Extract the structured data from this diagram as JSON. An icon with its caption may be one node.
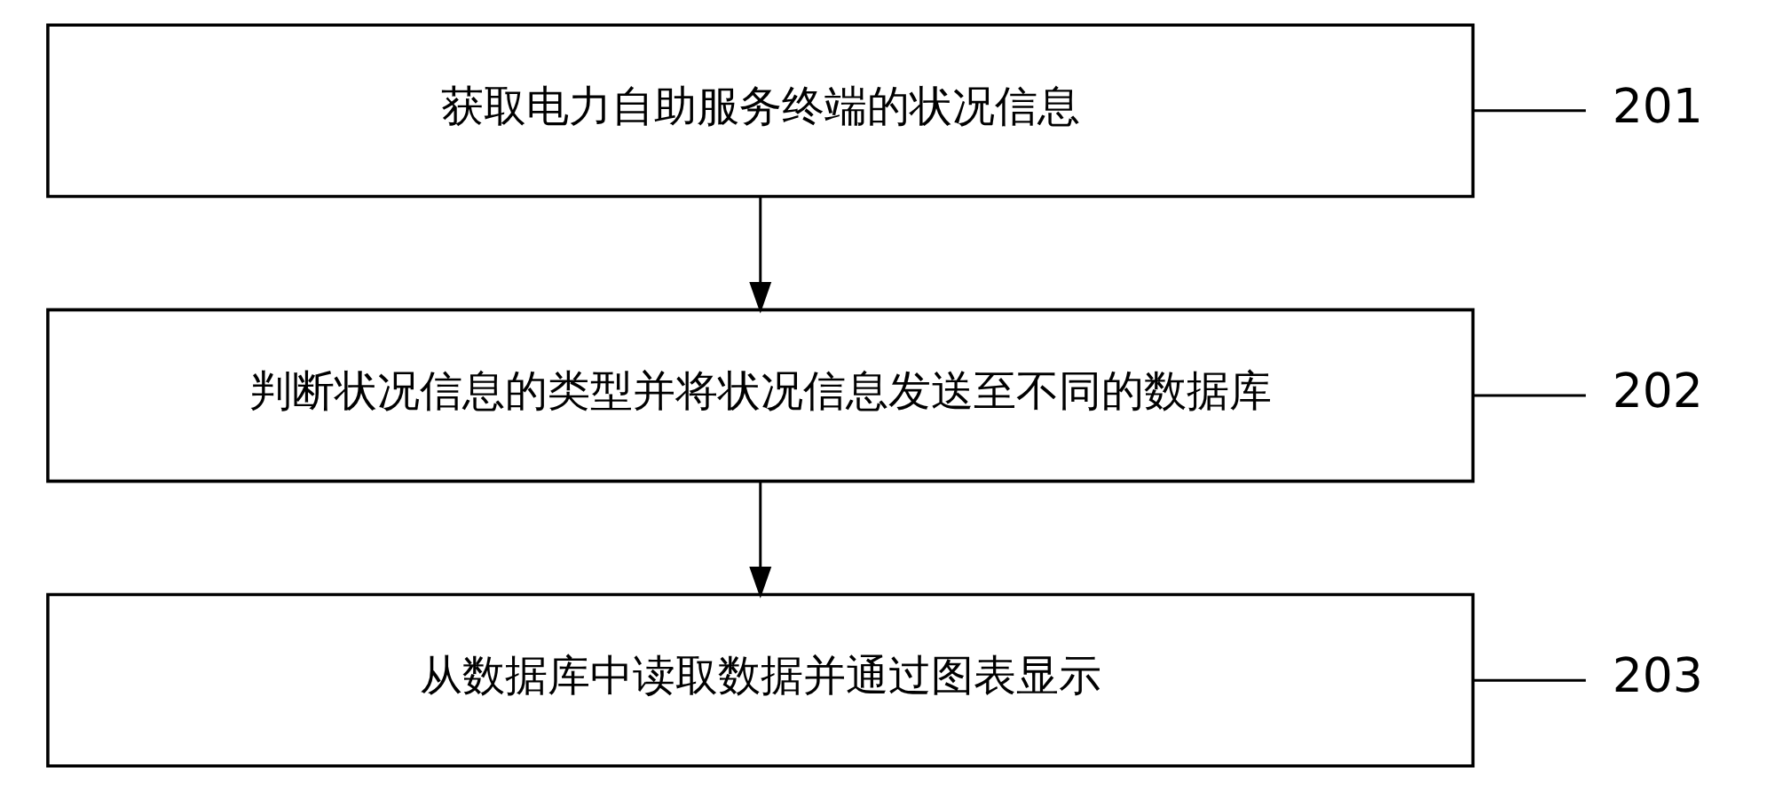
{
  "diagram": {
    "nodes": [
      {
        "text": [
          "获取电力自助服务终端的状况信息"
        ]
      },
      {
        "text": [
          "201"
        ]
      },
      {
        "text": [
          "判断状况信息的类型并将状况信息发送至不同的数据库"
        ]
      },
      {
        "text": [
          "202"
        ]
      },
      {
        "text": [
          "从数据库中读取数据并通过图表显示"
        ]
      },
      {
        "text": [
          "203"
        ]
      }
    ],
    "edges": [
      {
        "from": 0,
        "to": 2,
        "arrow": "to"
      },
      {
        "from": 2,
        "to": 4,
        "arrow": "to"
      },
      {
        "from": 1,
        "to": 0,
        "arrow": "none"
      },
      {
        "from": 3,
        "to": 2,
        "arrow": "none"
      },
      {
        "from": 5,
        "to": 4,
        "arrow": "none"
      }
    ]
  }
}
